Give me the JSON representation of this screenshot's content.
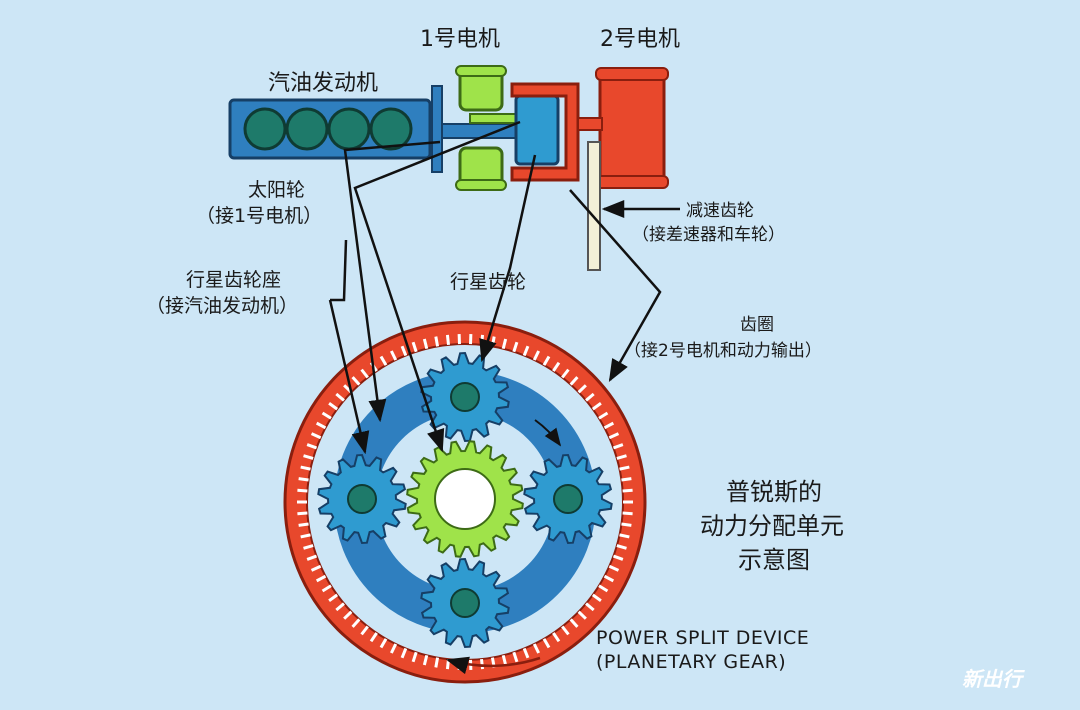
{
  "labels": {
    "engine": "汽油发动机",
    "motor1": "1号电机",
    "motor2": "2号电机",
    "sun_gear": "太阳轮",
    "sun_gear_note": "（接1号电机）",
    "reduction_gear": "减速齿轮",
    "reduction_gear_note": "（接差速器和车轮）",
    "carrier": "行星齿轮座",
    "carrier_note": "（接汽油发动机）",
    "planet_gear": "行星齿轮",
    "ring_gear": "齿圈",
    "ring_gear_note": "（接2号电机和动力输出）"
  },
  "title": {
    "line1": "普锐斯的",
    "line2": "动力分配单元",
    "line3": "示意图"
  },
  "english": {
    "line1": "POWER SPLIT DEVICE",
    "line2": "(PLANETARY GEAR)"
  },
  "watermark": "新出行",
  "colors": {
    "background": "#cde6f6",
    "engine": "#2f7fbf",
    "motor1": "#9fe34a",
    "motor2": "#e8482c",
    "ring_gear": "#e8482c",
    "carrier": "#2f7fbf",
    "sun_gear": "#9fe34a",
    "planet_gear": "#2f7fbf",
    "shaft": "#f3f0d8"
  }
}
